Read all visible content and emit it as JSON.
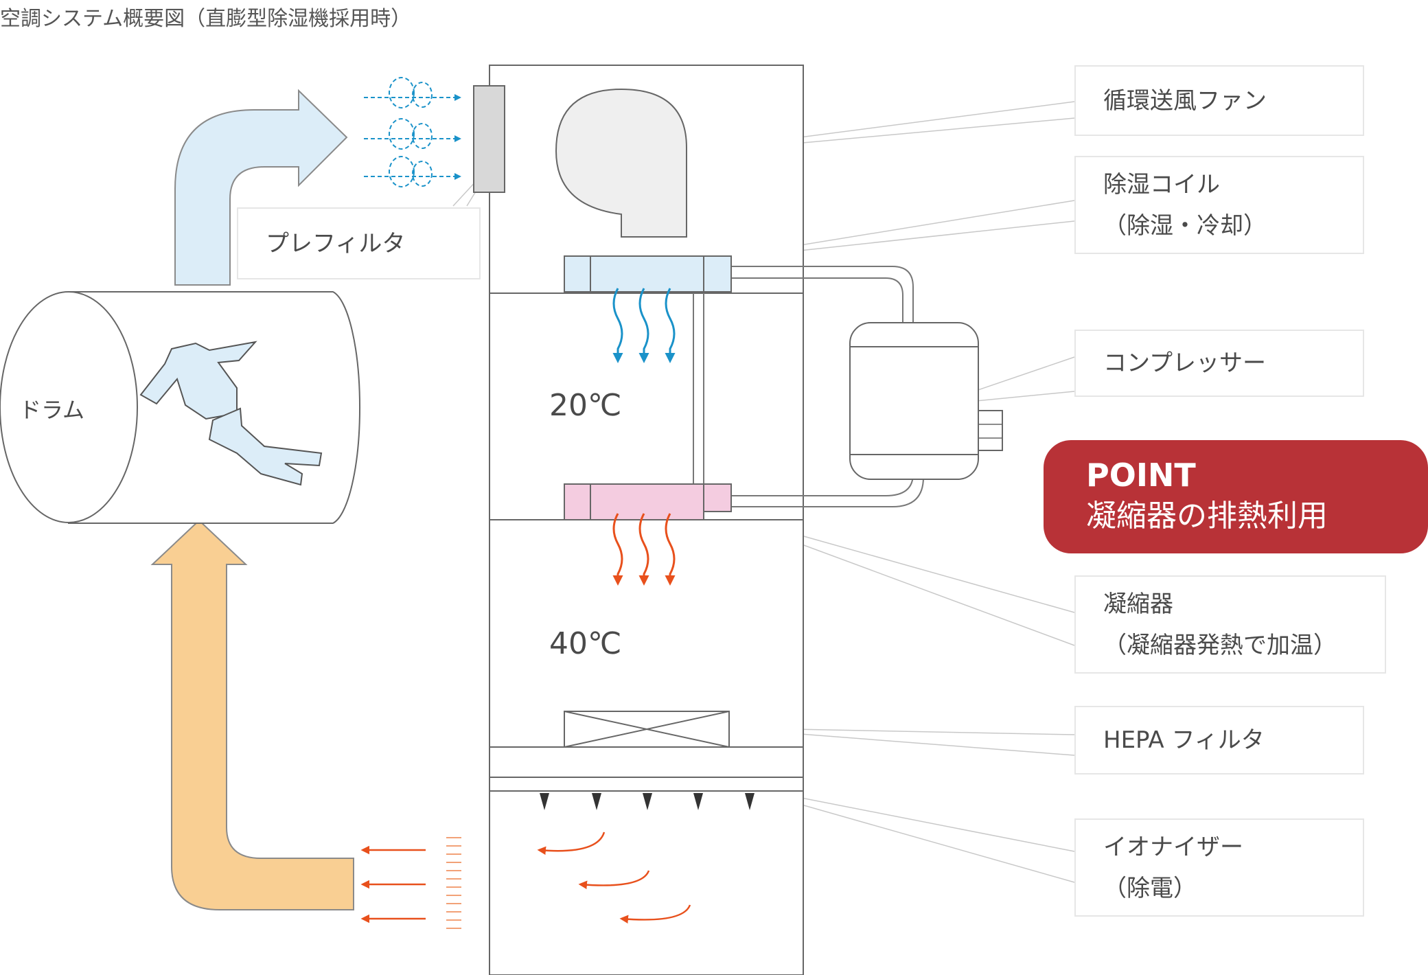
{
  "title": "空調システム概要図（直膨型除湿機採用時）",
  "labels": {
    "drum": "ドラム",
    "prefilter": "プレフィルタ",
    "temp_upper": "20℃",
    "temp_lower": "40℃",
    "fan": "循環送風ファン",
    "dehumid_coil_1": "除湿コイル",
    "dehumid_coil_2": "（除湿・冷却）",
    "compressor": "コンプレッサー",
    "condenser_1": "凝縮器",
    "condenser_2": "（凝縮器発熱で加温）",
    "hepa": "HEPA フィルタ",
    "ionizer_1": "イオナイザー",
    "ionizer_2": "（除電）"
  },
  "point": {
    "heading": "POINT",
    "text": "凝縮器の排熱利用"
  },
  "colors": {
    "accent_red": "#b83237",
    "cool_blue": "#dcedf8",
    "cool_arrow": "#1a92c9",
    "warm_orange": "#f9cf93",
    "hot_arrow": "#e8501c",
    "condenser_pink": "#f4cce0"
  }
}
